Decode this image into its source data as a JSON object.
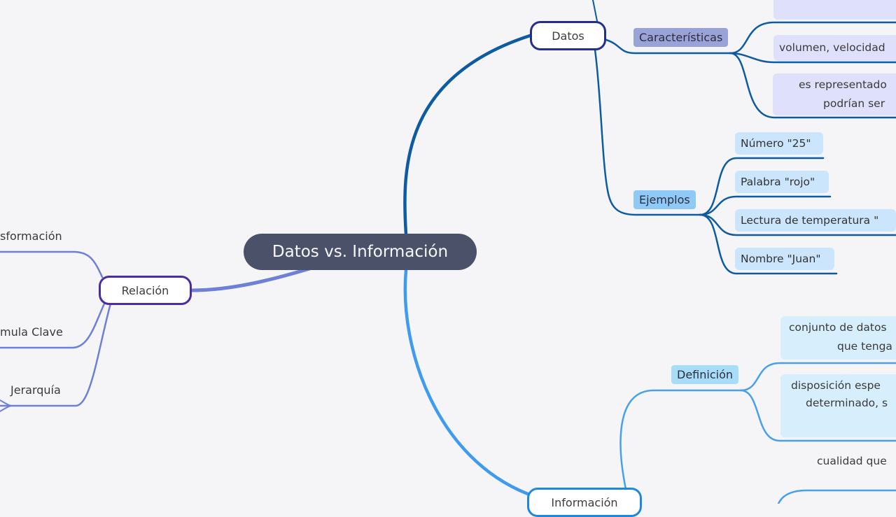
{
  "colors": {
    "background": "#f5f5f7",
    "root_fill": "#4b5168",
    "relacion_border": "#4a2da5",
    "datos_border": "#232e8e",
    "informacion_border": "#1e88dd",
    "relacion_line": "#6d80d8",
    "datos_line": "#0d5ba1",
    "informacion_edge": "#3f9bf0",
    "informacion_line": "#46a0ec",
    "caracteristicas_chip_bg": "#9aa3d7",
    "caracteristicas_item_bg": "#dfe0fb",
    "ejemplos_chip_bg": "#8ec9f8",
    "ejemplos_item_bg": "#cbe5fc",
    "definicion_chip_bg": "#a7ddf8",
    "definicion_item_bg": "#d7effd"
  },
  "root": {
    "label": "Datos vs. Información"
  },
  "relacion": {
    "label": "Relación",
    "items": [
      "sformación",
      "mula Clave",
      "Jerarquía"
    ]
  },
  "datos": {
    "label": "Datos",
    "caracteristicas": {
      "label": "Características",
      "item2_line1": "volumen, velocidad",
      "item3_line1": "es representado",
      "item3_line2": "podrían ser"
    },
    "ejemplos": {
      "label": "Ejemplos",
      "items": [
        "Número \"25\"",
        "Palabra \"rojo\"",
        "Lectura de temperatura \"",
        "Nombre \"Juan\""
      ]
    }
  },
  "informacion": {
    "label": "Información",
    "definicion": {
      "label": "Definición",
      "item1_line1": "conjunto de datos",
      "item1_line2": "que tenga",
      "item2_line1": "disposición espe",
      "item2_line2": "determinado, s",
      "item3_line1": "cualidad que"
    }
  }
}
